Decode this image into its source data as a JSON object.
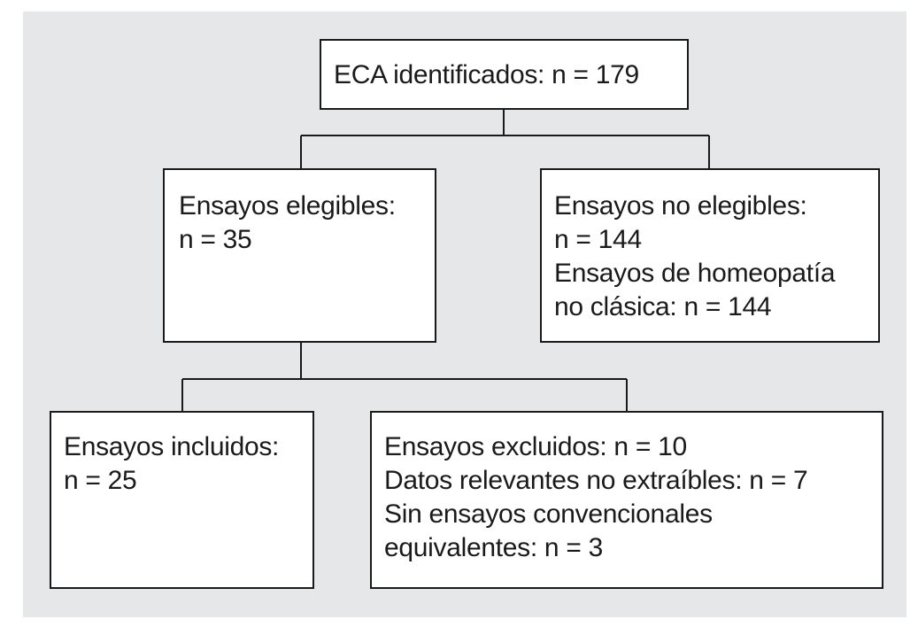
{
  "flowchart": {
    "root": {
      "lines": [
        "ECA identificados: n = 179"
      ]
    },
    "eligible": {
      "lines": [
        "Ensayos elegibles:",
        "n = 35"
      ]
    },
    "not_eligible": {
      "lines": [
        "Ensayos no elegibles:",
        "n = 144",
        "Ensayos de homeopatía",
        "no clásica: n = 144"
      ]
    },
    "included": {
      "lines": [
        "Ensayos incluidos:",
        "n = 25"
      ]
    },
    "excluded": {
      "lines": [
        "Ensayos excluidos: n = 10",
        "Datos relevantes no extraíbles: n = 7",
        "Sin ensayos convencionales",
        "equivalentes: n = 3"
      ]
    }
  },
  "colors": {
    "background_panel": "#e6e7e9",
    "box_fill": "#ffffff",
    "stroke": "#1a1a1a"
  }
}
